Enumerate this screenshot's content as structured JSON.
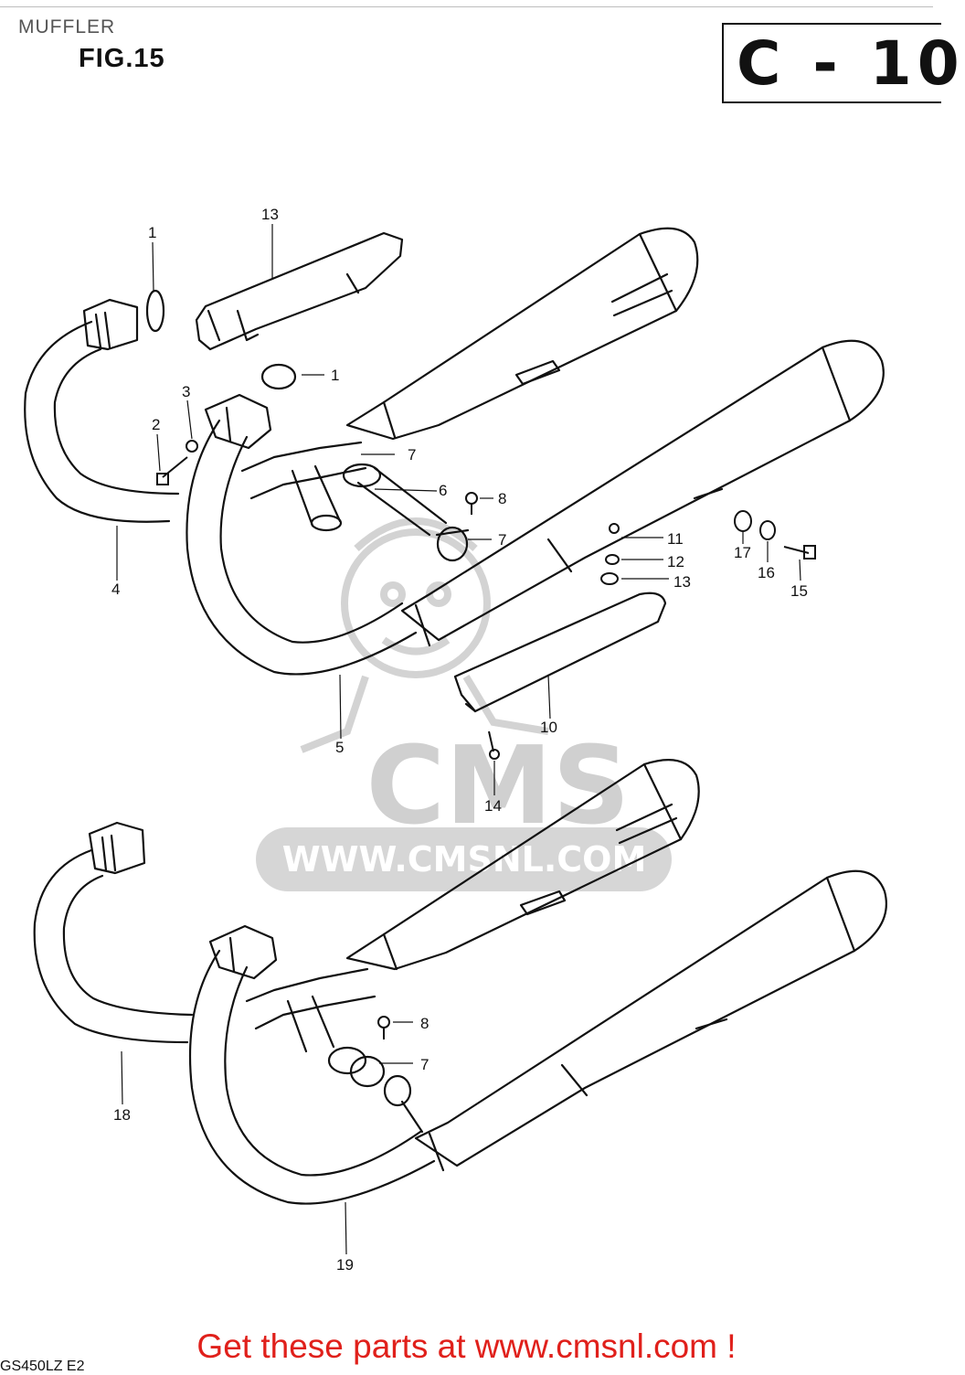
{
  "header": {
    "section_title": "MUFFLER",
    "figure_label": "FIG.15",
    "page_code": "C - 10"
  },
  "watermark": {
    "logo_text": "CMS",
    "url_text": "WWW.CMSNL.COM"
  },
  "callouts": [
    "1",
    "13",
    "1",
    "3",
    "2",
    "7",
    "6",
    "8",
    "7",
    "4",
    "11",
    "12",
    "13",
    "17",
    "16",
    "15",
    "5",
    "10",
    "14",
    "8",
    "7",
    "18",
    "19"
  ],
  "footer": {
    "cta": "Get these parts at www.cmsnl.com !",
    "part_code": "GS450LZ E2"
  },
  "colors": {
    "line": "#111111",
    "watermark": "#c8c8c8",
    "cta": "#e0201b"
  }
}
